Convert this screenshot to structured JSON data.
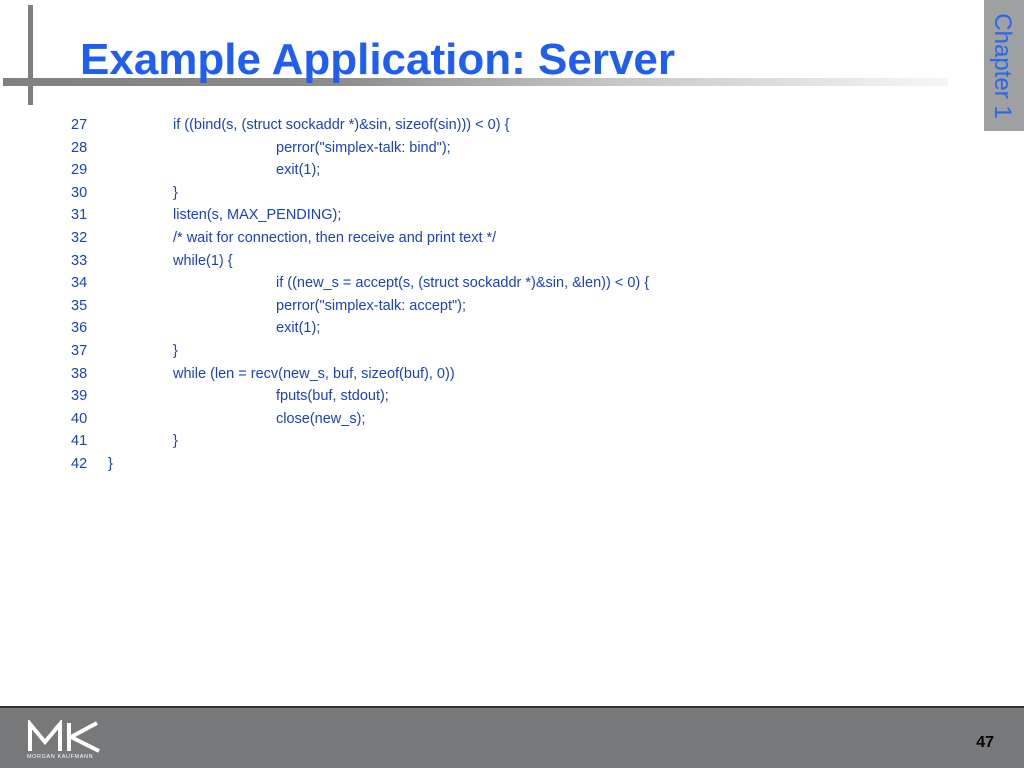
{
  "slide": {
    "title": "Example Application: Server",
    "chapter_label": "Chapter 1",
    "page_number": "47",
    "logo": {
      "mark": "MK",
      "subtitle": "MORGAN KAUFMANN"
    },
    "colors": {
      "title": "#1f5ef0",
      "code_text": "#1a3fc9",
      "chapter_tab": "#9ea0a1",
      "footer": "#76787a"
    }
  },
  "code_lines": [
    {
      "num": "27",
      "indent": 1,
      "text": "if ((bind(s, (struct sockaddr *)&sin, sizeof(sin))) < 0) {"
    },
    {
      "num": "28",
      "indent": 2,
      "text": "perror(\"simplex-talk: bind\");"
    },
    {
      "num": "29",
      "indent": 2,
      "text": "exit(1);"
    },
    {
      "num": "30",
      "indent": 1,
      "text": "}"
    },
    {
      "num": "31",
      "indent": 1,
      "text": "listen(s, MAX_PENDING);"
    },
    {
      "num": "32",
      "indent": 1,
      "text": "/* wait for connection, then receive and print text */"
    },
    {
      "num": "33",
      "indent": 1,
      "text": "while(1) {"
    },
    {
      "num": "34",
      "indent": 2,
      "text": "if ((new_s = accept(s, (struct sockaddr *)&sin, &len)) < 0) {"
    },
    {
      "num": "35",
      "indent": 2,
      "text": "perror(\"simplex-talk: accept\");"
    },
    {
      "num": "36",
      "indent": 2,
      "text": "exit(1);"
    },
    {
      "num": "37",
      "indent": 1,
      "text": "}"
    },
    {
      "num": "38",
      "indent": 1,
      "text": "while (len = recv(new_s, buf, sizeof(buf), 0))"
    },
    {
      "num": "39",
      "indent": 2,
      "text": "fputs(buf, stdout);"
    },
    {
      "num": "40",
      "indent": 2,
      "text": "close(new_s);"
    },
    {
      "num": "41",
      "indent": 1,
      "text": "}"
    },
    {
      "num": "42",
      "indent": 0,
      "text": "}"
    }
  ]
}
